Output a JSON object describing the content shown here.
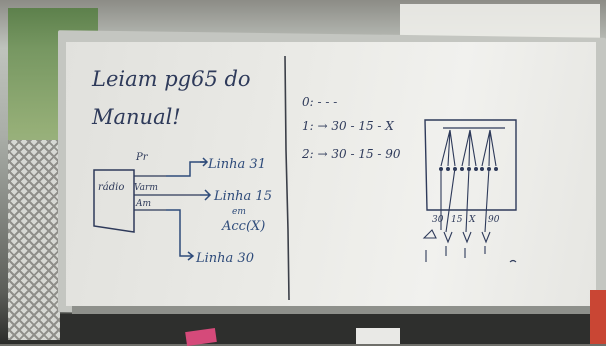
{
  "board": {
    "heading_line1": "Leiam pg65 do",
    "heading_line2": "Manual!",
    "box_label": "rádio",
    "label_pr": "Pr",
    "label_varm": "Varm",
    "label_am": "Am",
    "dest_1": "Linha 31",
    "dest_2": "Linha 15",
    "dest_2b": "em",
    "dest_2c": "Acc(X)",
    "dest_3": "Linha 30",
    "eq_0": "0: - - -",
    "eq_1": "1: → 30 - 15 - X",
    "eq_2": "2: → 30 - 15 - 90",
    "diagram_labels": [
      "30",
      "15",
      "X",
      "90"
    ]
  }
}
